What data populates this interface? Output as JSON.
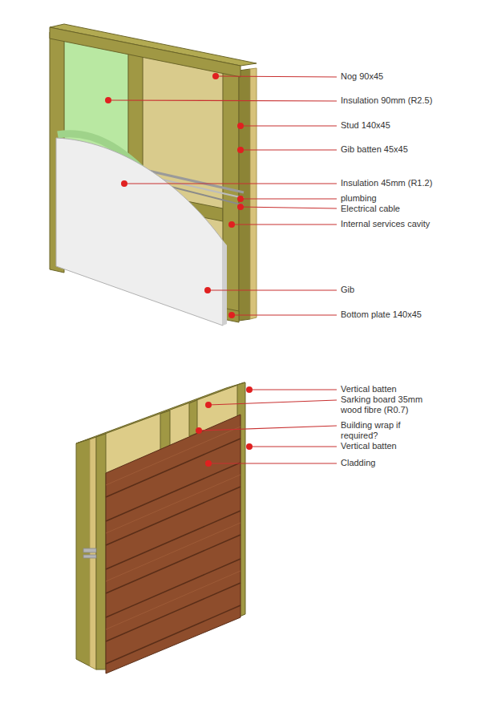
{
  "diagram": {
    "labels": [
      "Nog 90x45",
      "Insulation 90mm (R2.5)",
      "Stud 140x45",
      "Gib batten 45x45",
      "Insulation 45mm (R1.2)",
      "plumbing",
      "Electrical cable",
      "Internal services cavity",
      "Gib",
      "Bottom plate 140x45",
      "Vertical batten",
      "Sarking board 35mm wood fibre (R0.7)",
      "Building wrap if required?",
      "Vertical batten",
      "Cladding"
    ]
  }
}
